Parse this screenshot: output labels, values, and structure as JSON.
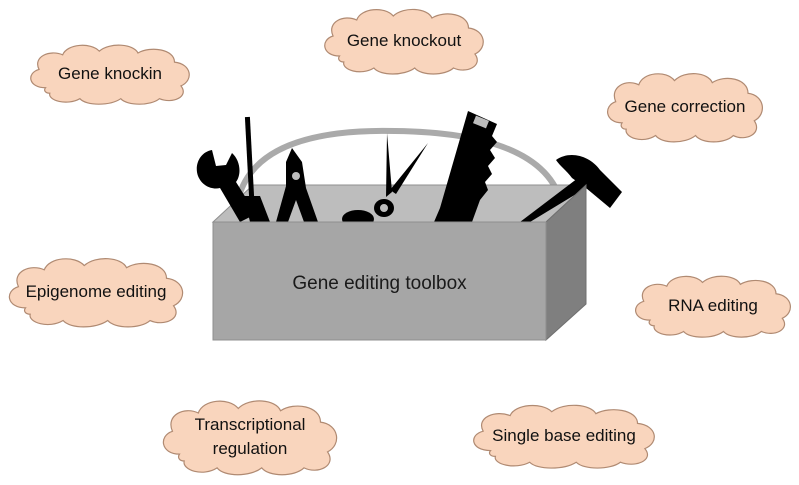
{
  "colors": {
    "cloud_fill": "#f9d5bd",
    "cloud_stroke": "#b08a72",
    "box_front": "#a6a6a6",
    "box_side": "#7f7f7f",
    "box_top": "#bdbdbd",
    "handle": "#aaaaaa",
    "tool": "#000000"
  },
  "toolbox": {
    "label": "Gene editing toolbox"
  },
  "clouds": {
    "knockin": {
      "label": "Gene knockin"
    },
    "knockout": {
      "label": "Gene knockout"
    },
    "correction": {
      "label": "Gene correction"
    },
    "epigenome": {
      "label": "Epigenome editing"
    },
    "rna": {
      "label": "RNA editing"
    },
    "transcriptional": {
      "line1": "Transcriptional",
      "line2": "regulation"
    },
    "single_base": {
      "label": "Single base editing"
    }
  },
  "icons": [
    "wrench-icon",
    "screwdriver-icon",
    "pliers-icon",
    "scissors-icon",
    "saw-icon",
    "hammer-icon"
  ]
}
